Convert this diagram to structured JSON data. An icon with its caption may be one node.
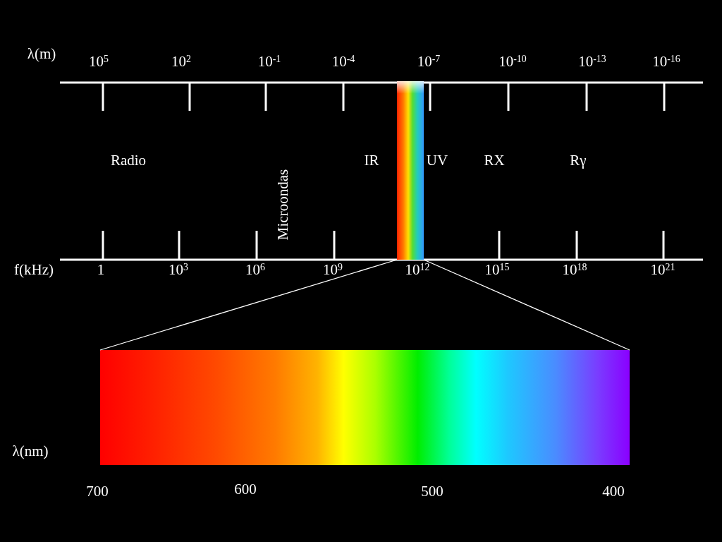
{
  "diagram": {
    "nodes": [
      {
        "text": [],
        "shape": "bar"
      },
      {
        "text": [],
        "shape": "bar"
      }
    ],
    "edges": [
      {
        "from": 0,
        "to": 1,
        "arrow": "none"
      },
      {
        "from": 0,
        "to": 1,
        "arrow": "none"
      }
    ],
    "labels": [
      "λ(m)",
      "10$^{5}$",
      "10$^{2}$",
      "10$^{-1}$",
      "10$^{-4}$",
      "10$^{-7}$",
      "10$^{-10}$",
      "10$^{-13}$",
      "10$^{-16}$",
      "Radio",
      "Microondas",
      "IR",
      "UV",
      "RX",
      "Rγ",
      "f(kHz)",
      "1",
      "10$^{3}$",
      "10$^{6}$",
      "10$^{9}$",
      "10$^{12}$",
      "10$^{15}$",
      "10$^{18}$",
      "10$^{21}$",
      "λ(nm)",
      "700",
      "600",
      "500",
      "400"
    ]
  }
}
